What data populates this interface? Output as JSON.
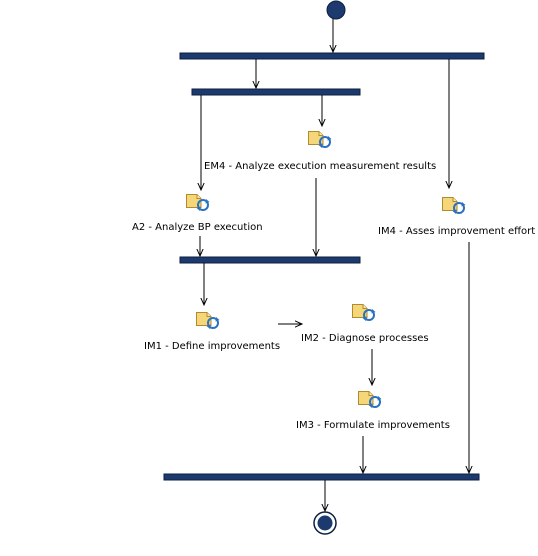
{
  "diagram": {
    "colors": {
      "bar_fill": "#1c3a6e",
      "bar_stroke": "#0d1f3f",
      "edge": "#000000",
      "node_fill": "#1c3a6e",
      "icon_doc": "#f5d77a",
      "icon_arrows": "#2a72c0"
    },
    "activities": [
      {
        "id": "em4",
        "label": "EM4 - Analyze execution measurement results",
        "icon": "subprocess-icon"
      },
      {
        "id": "a2",
        "label": "A2 - Analyze BP execution",
        "icon": "subprocess-icon"
      },
      {
        "id": "im4",
        "label": "IM4 - Asses improvement effort",
        "icon": "subprocess-icon"
      },
      {
        "id": "im1",
        "label": "IM1 - Define improvements",
        "icon": "subprocess-icon"
      },
      {
        "id": "im2",
        "label": "IM2 - Diagnose processes",
        "icon": "subprocess-icon"
      },
      {
        "id": "im3",
        "label": "IM3 - Formulate improvements",
        "icon": "subprocess-icon"
      }
    ]
  }
}
